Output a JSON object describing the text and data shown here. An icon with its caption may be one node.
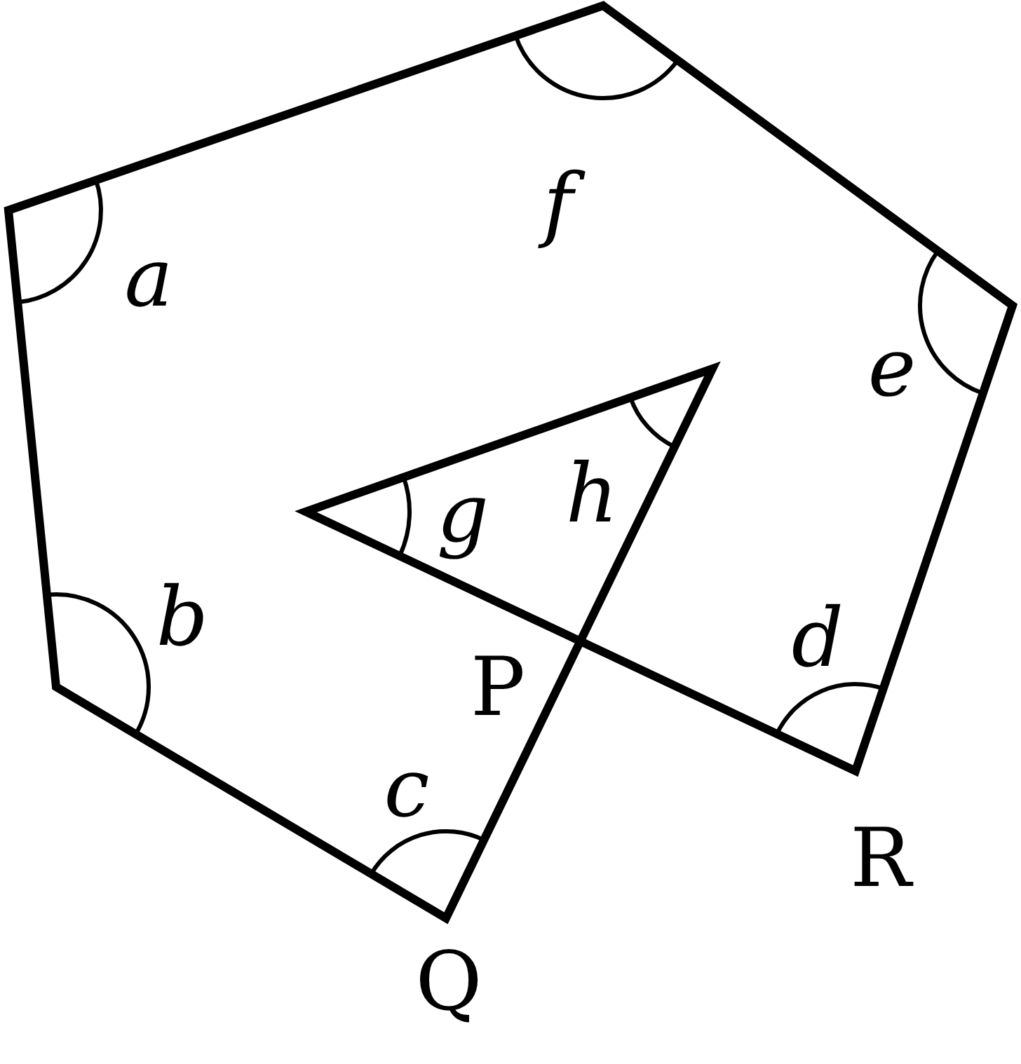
{
  "diagram": {
    "labels": [
      "f",
      "a",
      "e",
      "g",
      "h",
      "b",
      "d",
      "P",
      "c",
      "R",
      "Q"
    ]
  }
}
